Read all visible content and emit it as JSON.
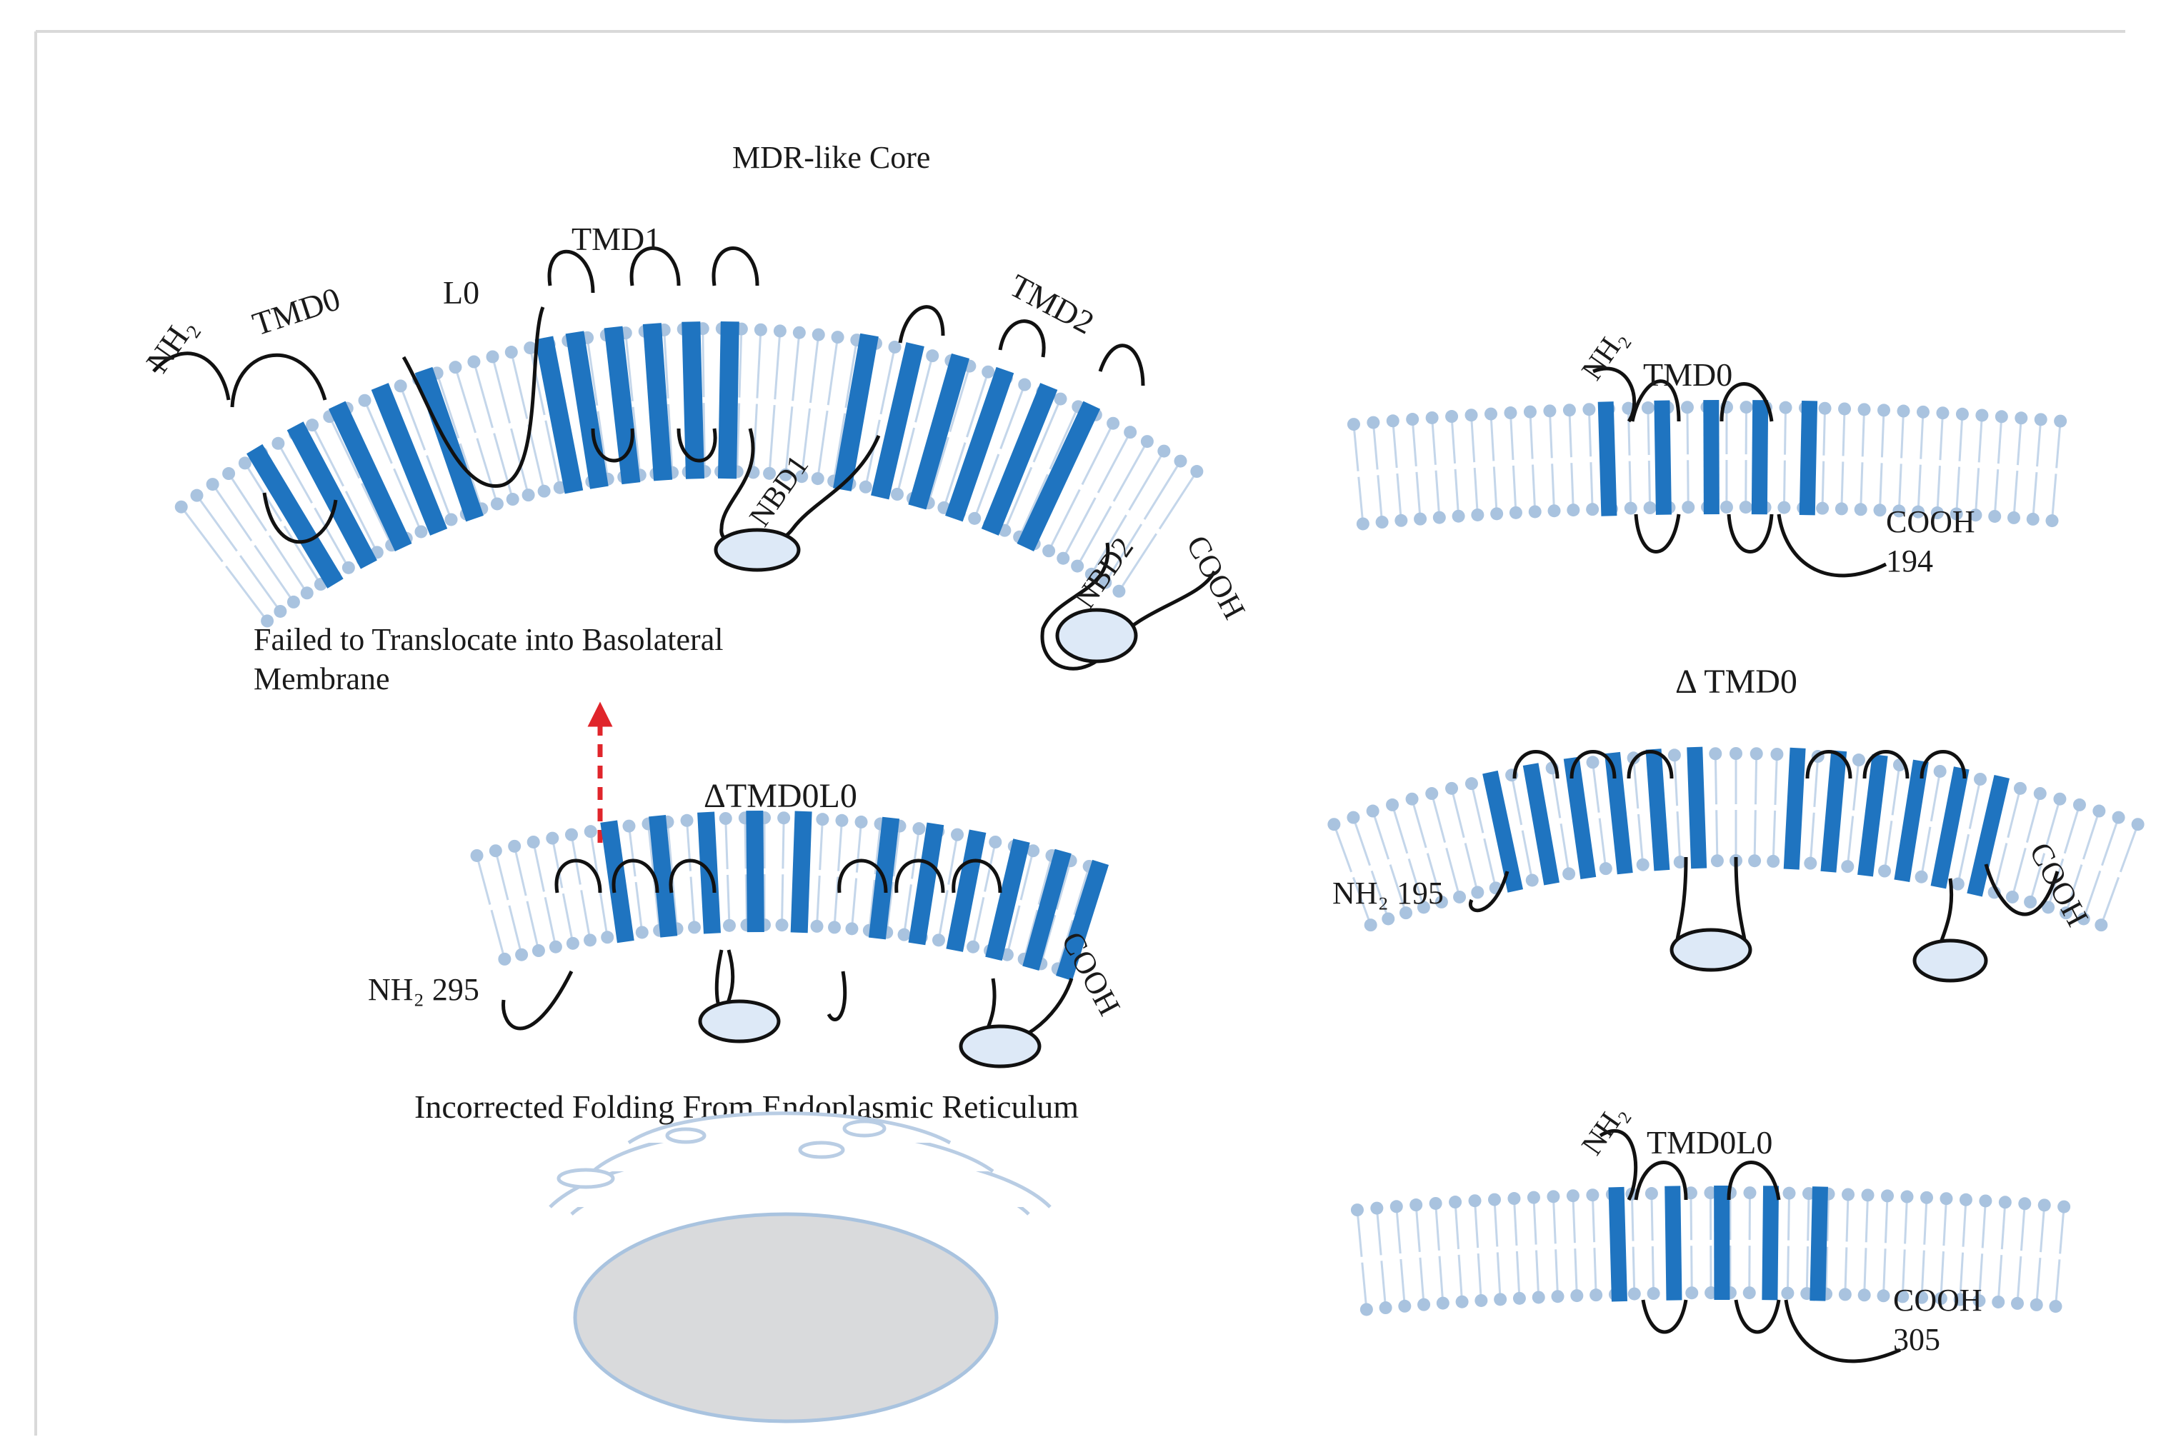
{
  "colors": {
    "helix": "#1f74c0",
    "lipid": "#a9c3df",
    "lipid_tail": "#c4d6ea",
    "loop": "#111111",
    "nbd_fill": "#dde9f7",
    "arrow": "#e0252b",
    "nucleus": "#d9dadc",
    "er": "#b9cde4"
  },
  "labels": {
    "title": "MDR-like Core",
    "nh2": "NH₂",
    "tmd0": "TMD0",
    "l0": "L0",
    "tmd1": "TMD1",
    "tmd2": "TMD2",
    "nbd1": "NBD1",
    "nbd2": "NBD2",
    "cooh": "COOH",
    "failed_line1": "Failed to Translocate into Basolateral",
    "failed_line2": "Membrane",
    "delta_tmd0l0": "ΔTMD0L0",
    "nh2_295": "NH₂ 295",
    "misfolding": "Incorrected Folding From Endoplasmic Reticulum",
    "right_top_title": "TMD0",
    "right_top_end": "194",
    "right_mid_title": "Δ TMD0",
    "right_mid_start": "NH₂ 195",
    "right_bot_title": "TMD0L0",
    "right_bot_end": "305"
  }
}
